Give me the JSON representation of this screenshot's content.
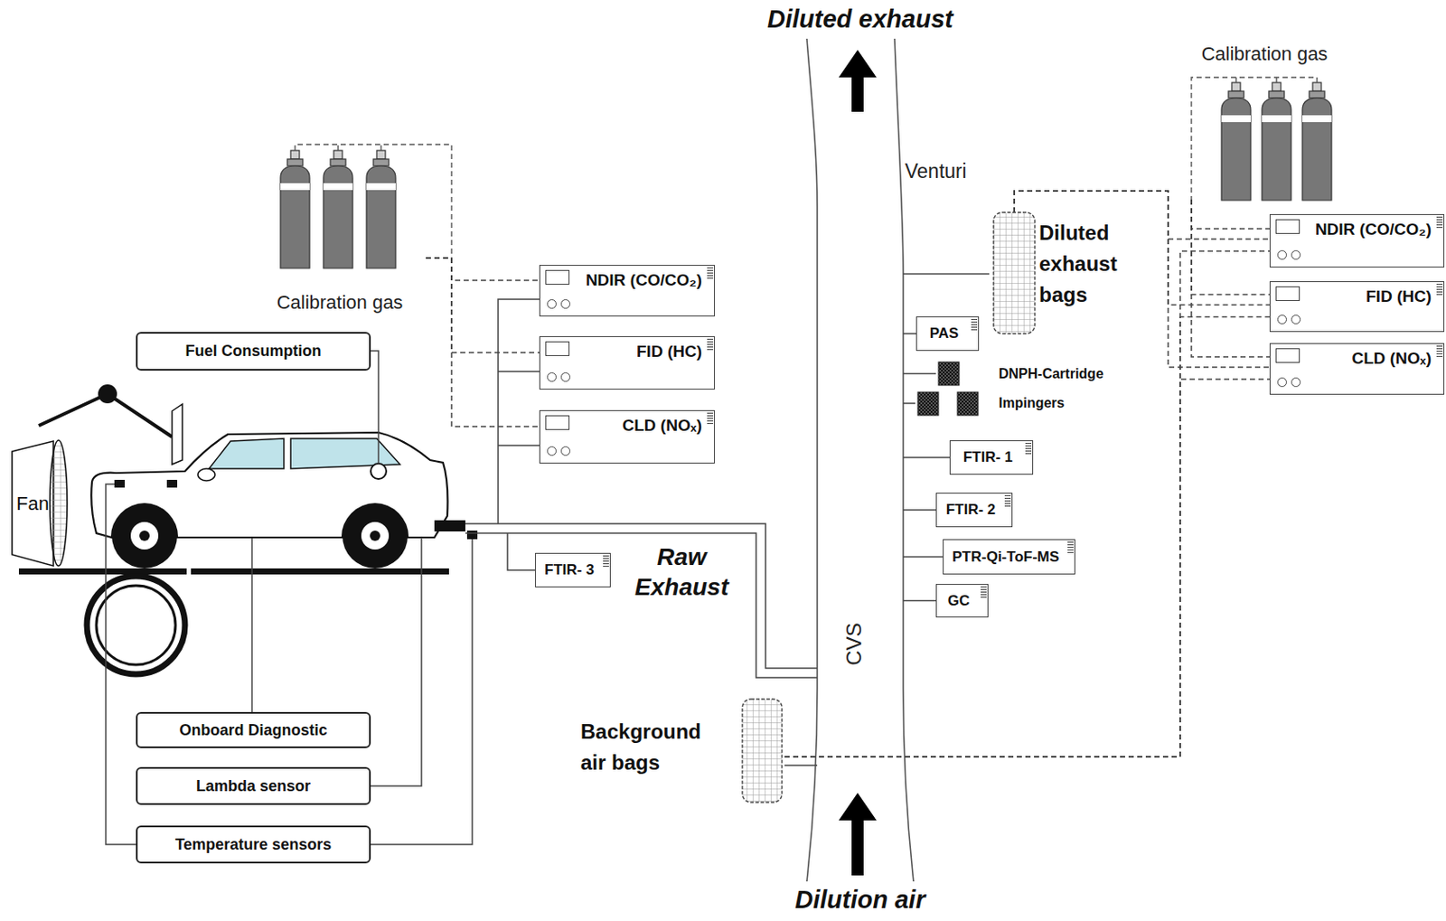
{
  "diagram": {
    "nodes": [
      {
        "text": [
          "Calibration gas"
        ]
      },
      {
        "text": [
          "Fuel Consumption"
        ]
      },
      {
        "text": [
          "NDIR (CO/CO₂)"
        ]
      },
      {
        "text": [
          "FID (HC)"
        ]
      },
      {
        "text": [
          "CLD (NOₓ)"
        ]
      },
      {
        "text": [
          "Fan"
        ]
      },
      {
        "text": [
          "FTIR- 3"
        ]
      },
      {
        "text": [
          "Onboard Diagnostic"
        ]
      },
      {
        "text": [
          "Lambda sensor"
        ]
      },
      {
        "text": [
          "Temperature sensors"
        ]
      },
      {
        "text": [
          "CVS"
        ]
      },
      {
        "text": [
          "Diluted exhaust bags"
        ]
      },
      {
        "text": [
          "PAS"
        ]
      },
      {
        "text": [
          "DNPH-Cartridge"
        ]
      },
      {
        "text": [
          "Impingers"
        ]
      },
      {
        "text": [
          "FTIR- 1"
        ]
      },
      {
        "text": [
          "FTIR- 2"
        ]
      },
      {
        "text": [
          "PTR-Qi-ToF-MS"
        ]
      },
      {
        "text": [
          "GC"
        ]
      },
      {
        "text": [
          "Background air bags"
        ]
      },
      {
        "text": [
          "Calibration gas"
        ]
      },
      {
        "text": [
          "NDIR (CO/CO₂)"
        ]
      },
      {
        "text": [
          "FID (HC)"
        ]
      },
      {
        "text": [
          "CLD (NOₓ)"
        ]
      }
    ],
    "edges": [
      {
        "from": 0,
        "to": 2,
        "arrow": "none"
      },
      {
        "from": 0,
        "to": 3,
        "arrow": "none"
      },
      {
        "from": 0,
        "to": 4,
        "arrow": "none"
      },
      {
        "from": 10,
        "to": 11,
        "arrow": "none"
      },
      {
        "from": 10,
        "to": 12,
        "arrow": "none"
      },
      {
        "from": 10,
        "to": 13,
        "arrow": "none"
      },
      {
        "from": 10,
        "to": 14,
        "arrow": "none"
      },
      {
        "from": 10,
        "to": 15,
        "arrow": "none"
      },
      {
        "from": 10,
        "to": 16,
        "arrow": "none"
      },
      {
        "from": 10,
        "to": 17,
        "arrow": "none"
      },
      {
        "from": 10,
        "to": 18,
        "arrow": "none"
      },
      {
        "from": 11,
        "to": 21,
        "arrow": "none"
      },
      {
        "from": 11,
        "to": 22,
        "arrow": "none"
      },
      {
        "from": 11,
        "to": 23,
        "arrow": "none"
      },
      {
        "from": 20,
        "to": 21,
        "arrow": "none"
      },
      {
        "from": 20,
        "to": 22,
        "arrow": "none"
      },
      {
        "from": 20,
        "to": 23,
        "arrow": "none"
      },
      {
        "from": 19,
        "to": 21,
        "arrow": "none"
      },
      {
        "from": 19,
        "to": 22,
        "arrow": "none"
      },
      {
        "from": 19,
        "to": 23,
        "arrow": "none"
      },
      {
        "from": 19,
        "to": 10,
        "arrow": "none"
      }
    ],
    "labels": [
      "Diluted exhaust",
      "Venturi",
      "Raw Exhaust",
      "Dilution air"
    ]
  }
}
